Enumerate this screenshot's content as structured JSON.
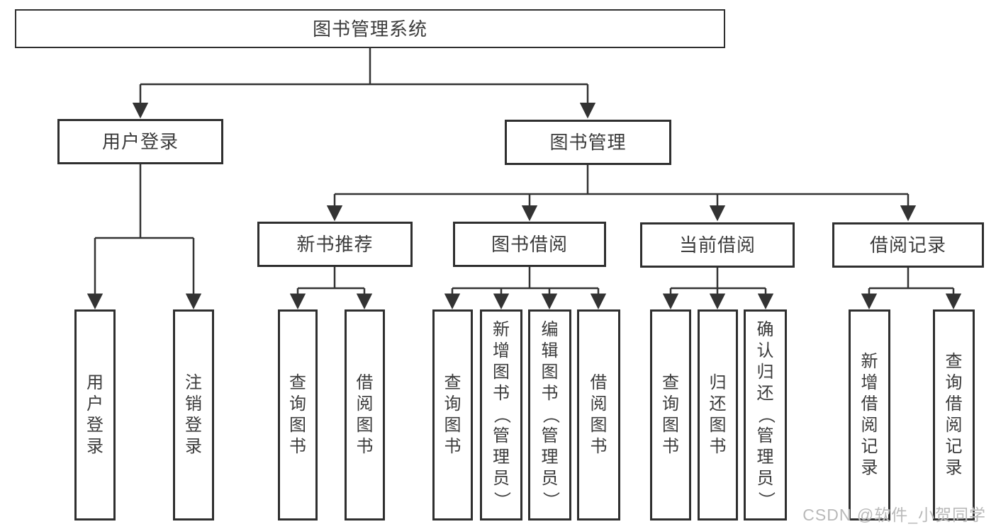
{
  "diagram": {
    "root": {
      "label": "图书管理系统"
    },
    "branches": [
      {
        "label": "用户登录",
        "children": [
          {
            "label": "用户登录"
          },
          {
            "label": "注销登录"
          }
        ]
      },
      {
        "label": "图书管理",
        "children": [
          {
            "label": "新书推荐",
            "children": [
              {
                "label": "查询图书"
              },
              {
                "label": "借阅图书"
              }
            ]
          },
          {
            "label": "图书借阅",
            "children": [
              {
                "label": "查询图书"
              },
              {
                "label": "新增图书（管理员）"
              },
              {
                "label": "编辑图书（管理员）"
              },
              {
                "label": "借阅图书"
              }
            ]
          },
          {
            "label": "当前借阅",
            "children": [
              {
                "label": "查询图书"
              },
              {
                "label": "归还图书"
              },
              {
                "label": "确认归还（管理员）"
              }
            ]
          },
          {
            "label": "借阅记录",
            "children": [
              {
                "label": "新增借阅记录"
              },
              {
                "label": "查询借阅记录"
              }
            ]
          }
        ]
      }
    ],
    "colors": {
      "line": "#333333",
      "border": "#2f2f2f",
      "text": "#3b3b3b",
      "background": "#ffffff",
      "watermark": "#b9b9b9"
    },
    "watermark": "CSDN @软件_小贺同学"
  }
}
